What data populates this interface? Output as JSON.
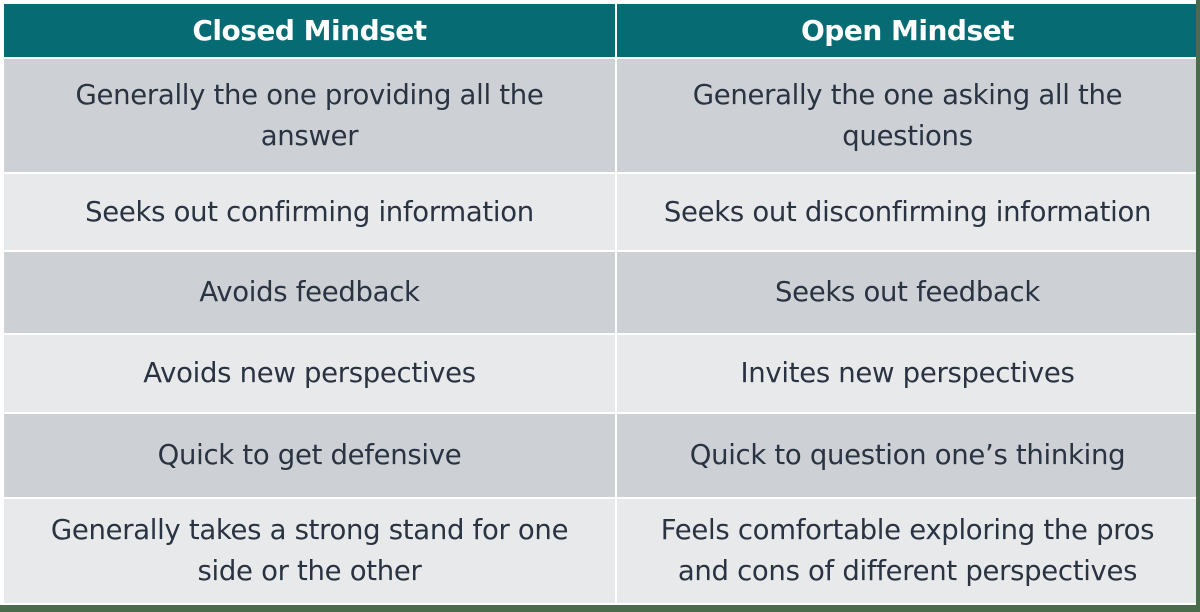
{
  "table": {
    "headers": [
      "Closed Mindset",
      "Open Mindset"
    ],
    "rows": [
      [
        "Generally the one providing all the answer",
        "Generally the one asking all the questions"
      ],
      [
        "Seeks out confirming information",
        "Seeks out disconfirming information"
      ],
      [
        "Avoids feedback",
        "Seeks out feedback"
      ],
      [
        "Avoids new perspectives",
        "Invites new perspectives"
      ],
      [
        "Quick to get defensive",
        "Quick to question one’s thinking"
      ],
      [
        "Generally takes a strong stand for one side or the other",
        "Feels comfortable exploring the pros and cons of different perspectives"
      ]
    ]
  },
  "colors": {
    "header_bg": "#066b73",
    "header_text": "#ffffff",
    "row_dark": "#cdd0d4",
    "row_light": "#e8e9ea",
    "body_text": "#2a3342",
    "frame": "#4a6b4c"
  }
}
